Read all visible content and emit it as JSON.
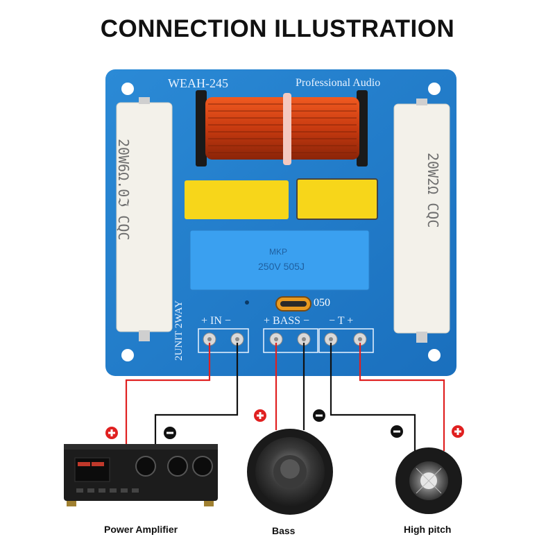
{
  "title": "CONNECTION ILLUSTRATION",
  "board": {
    "model": "WEAH-245",
    "brand": "Professional Audio",
    "side_label": "2UNIT 2WAY",
    "input_label": "+ IN −",
    "bass_label": "+ BASS −",
    "treble_label": "− T +",
    "inductor_value": "050",
    "capacitor_line1": "MKP",
    "capacitor_line2": "250V 505J",
    "resistor_left": "20W6Ω.0ℑ CQC",
    "resistor_right": "20W2Ω CQC"
  },
  "devices": {
    "amplifier": "Power Amplifier",
    "bass": "Bass",
    "tweeter": "High pitch"
  },
  "colors": {
    "board": "#1f7fcf",
    "positive_wire": "#e02020",
    "negative_wire": "#111111"
  }
}
